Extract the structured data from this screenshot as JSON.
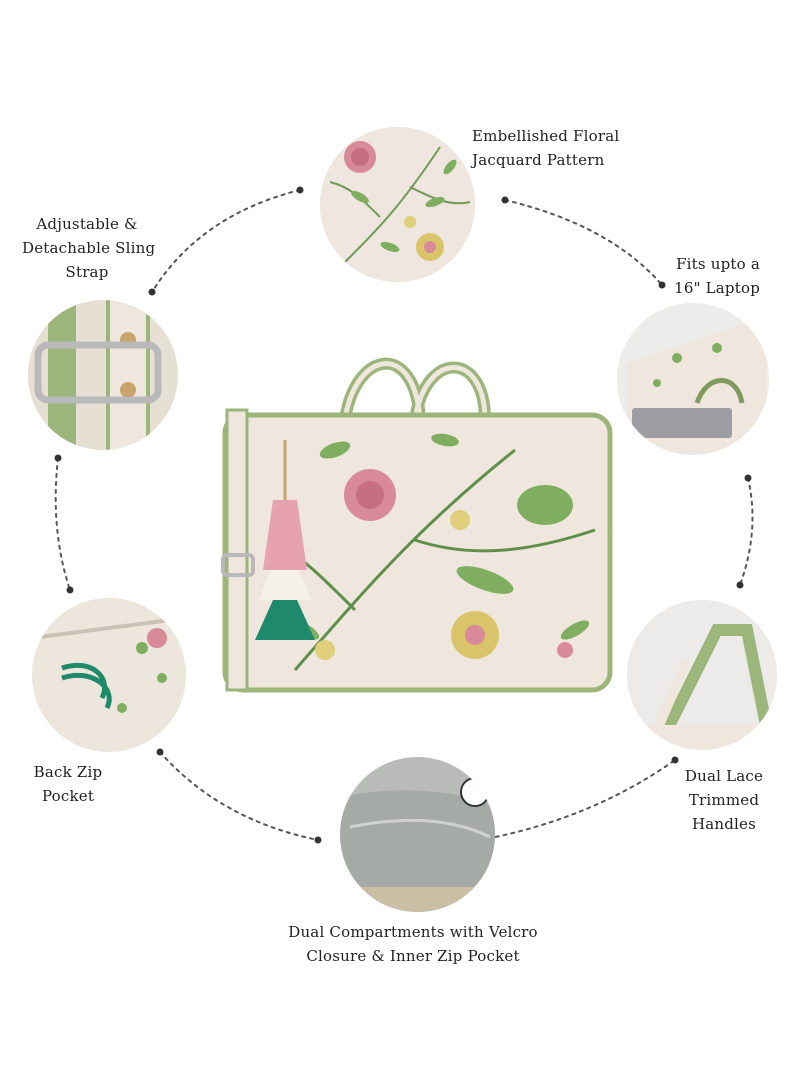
{
  "features": {
    "floral": {
      "lines": [
        "Embellished Floral",
        "Jacquard Pattern"
      ]
    },
    "strap": {
      "lines": [
        "Adjustable &",
        "Detachable Sling",
        "Strap"
      ]
    },
    "laptop": {
      "lines": [
        "Fits upto a",
        "16\" Laptop"
      ]
    },
    "back_zip": {
      "lines": [
        "Back Zip",
        "Pocket"
      ]
    },
    "handles": {
      "lines": [
        "Dual Lace",
        "Trimmed",
        "Handles"
      ]
    },
    "compartments": {
      "lines": [
        "Dual Compartments with Velcro",
        "Closure & Inner Zip Pocket"
      ]
    }
  },
  "colors": {
    "fabric": "#efe7dd",
    "trim_green": "#9bb57a",
    "leaf_green": "#5f8f4a",
    "flower_pink": "#d98a9a",
    "tassel_green": "#1f8a6a",
    "dotted_line": "#555555"
  }
}
